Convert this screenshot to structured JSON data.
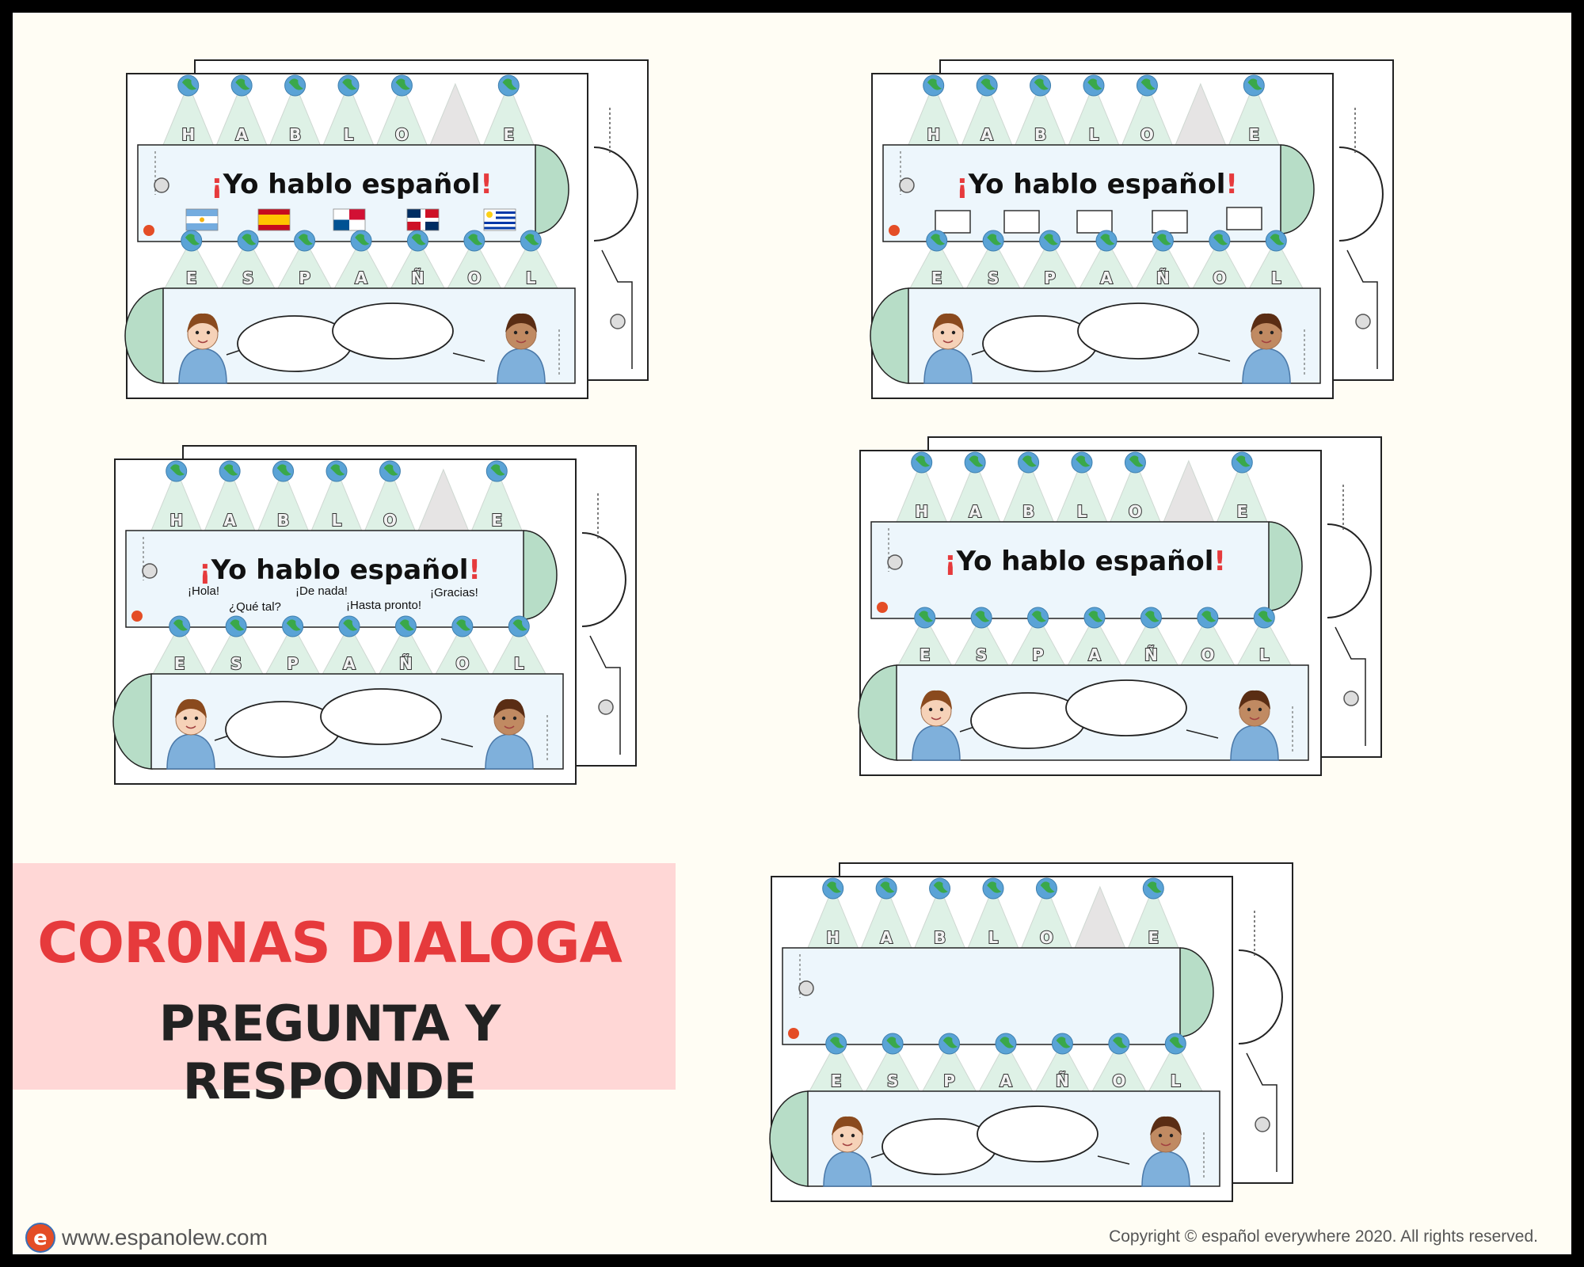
{
  "colors": {
    "page_bg": "#fffdf4",
    "frame": "#000000",
    "title_box": "#ffd7d6",
    "title_red": "#e63a3c",
    "title_dark": "#222222",
    "crown_fill": "#def1e6",
    "crown_band": "#edf6fc",
    "globe_water": "#5aa3d6",
    "globe_land": "#3aa84a",
    "side_green": "#b7ddc7",
    "exclam_red": "#e63a3c",
    "text_gray": "#555555"
  },
  "top_letters": [
    "H",
    "A",
    "B",
    "L",
    "O",
    "",
    "E"
  ],
  "bottom_letters": [
    "E",
    "S",
    "P",
    "A",
    "Ñ",
    "O",
    "L"
  ],
  "phrase": {
    "open": "¡",
    "main": "Yo hablo español",
    "close": "!"
  },
  "greetings": [
    "¡Hola!",
    "¿Qué tal?",
    "¡De nada!",
    "¡Hasta pronto!",
    "¡Gracias!"
  ],
  "flag_icons": [
    "argentina-flag-icon",
    "spain-flag-icon",
    "panama-flag-icon",
    "dominican-republic-flag-icon",
    "uruguay-flag-icon"
  ],
  "worksheets": [
    {
      "variant": "flags"
    },
    {
      "variant": "boxes"
    },
    {
      "variant": "greetings"
    },
    {
      "variant": "title_only"
    },
    {
      "variant": "blank"
    }
  ],
  "title": {
    "line1": "COR0NAS DIALOGA",
    "line2": "PREGUNTA Y RESPONDE"
  },
  "footer": {
    "logo_letter": "e",
    "website": "www.espanolew.com",
    "copyright": "Copyright © español everywhere 2020. All rights reserved."
  }
}
